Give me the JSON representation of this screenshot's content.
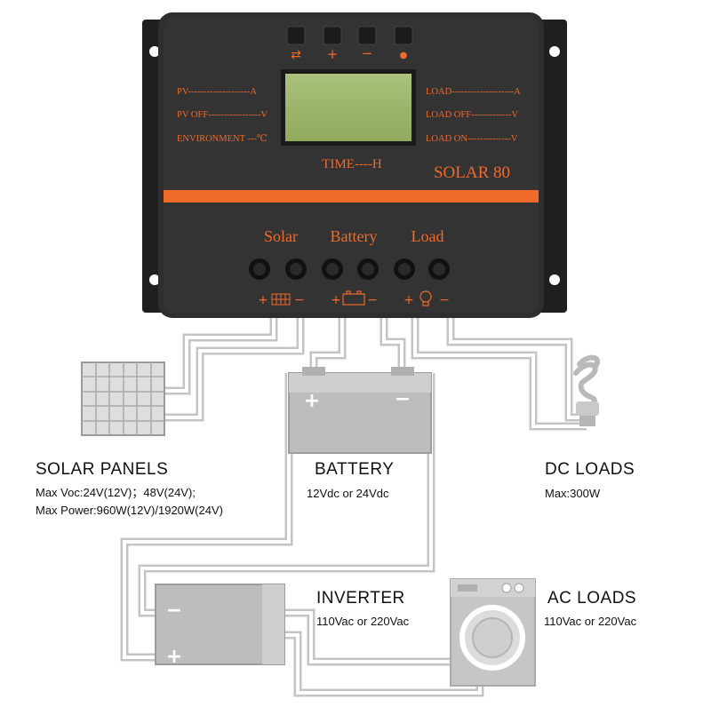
{
  "controller": {
    "buttons": [
      {
        "name": "switch-button",
        "icon": "swap-arrows-icon",
        "symbol": "⇄"
      },
      {
        "name": "plus-button",
        "icon": "plus-icon",
        "symbol": "+"
      },
      {
        "name": "minus-button",
        "icon": "minus-icon",
        "symbol": "−"
      },
      {
        "name": "light-button",
        "icon": "bulb-icon",
        "symbol": "●"
      }
    ],
    "left_labels": [
      "PV--------------------A",
      "PV OFF-----------------V",
      "ENVIRONMENT ---℃"
    ],
    "right_labels": [
      "LOAD--------------------A",
      "LOAD OFF-------------V",
      "LOAD ON--------------V"
    ],
    "time_label": "TIME----H",
    "model": "SOLAR 80",
    "terminal_groups": [
      "Solar",
      "Battery",
      "Load"
    ],
    "polarity_plus": "+",
    "polarity_minus": "−",
    "colors": {
      "body": "#2b2b2b",
      "accent": "#f06a2a",
      "lcd": "#9fb86a",
      "wire": "#cfcfcf"
    }
  },
  "components": {
    "solar_panels": {
      "title": "SOLAR  PANELS",
      "lines": [
        "Max  Voc:24V(12V)；48V(24V);",
        "Max  Power:960W(12V)/1920W(24V)"
      ]
    },
    "battery": {
      "title": "BATTERY",
      "lines": [
        "12Vdc  or  24Vdc"
      ]
    },
    "dc_loads": {
      "title": "DC  LOADS",
      "lines": [
        "Max:300W"
      ]
    },
    "inverter": {
      "title": "INVERTER",
      "lines": [
        "110Vac  or  220Vac"
      ]
    },
    "ac_loads": {
      "title": "AC  LOADS",
      "lines": [
        "110Vac  or  220Vac"
      ]
    }
  }
}
